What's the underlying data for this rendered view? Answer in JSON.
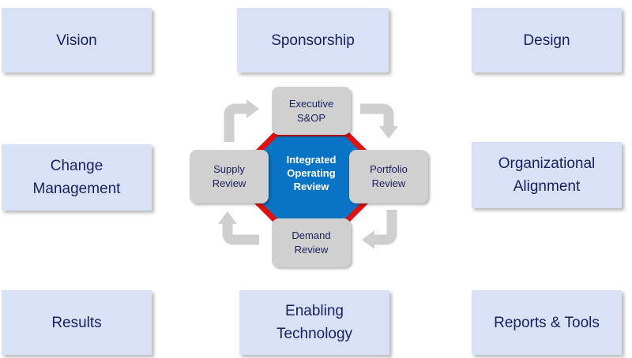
{
  "tiles": {
    "vision": "Vision",
    "sponsorship": "Sponsorship",
    "design": "Design",
    "change_management": "Change\nManagement",
    "organizational_alignment": "Organizational\nAlignment",
    "results": "Results",
    "enabling_technology": "Enabling\nTechnology",
    "reports_tools": "Reports & Tools"
  },
  "cycle": {
    "center": "Integrated\nOperating\nReview",
    "executive": "Executive\nS&OP",
    "portfolio": "Portfolio\nReview",
    "demand": "Demand\nReview",
    "supply": "Supply\nReview"
  },
  "colors": {
    "tile_fill": "#d9e1f7",
    "tile_text": "#1a1f5e",
    "node_fill": "#d0d0d0",
    "center_fill": "#0a74c4",
    "ring": "#e01010",
    "arrow": "#cfcfcf"
  }
}
